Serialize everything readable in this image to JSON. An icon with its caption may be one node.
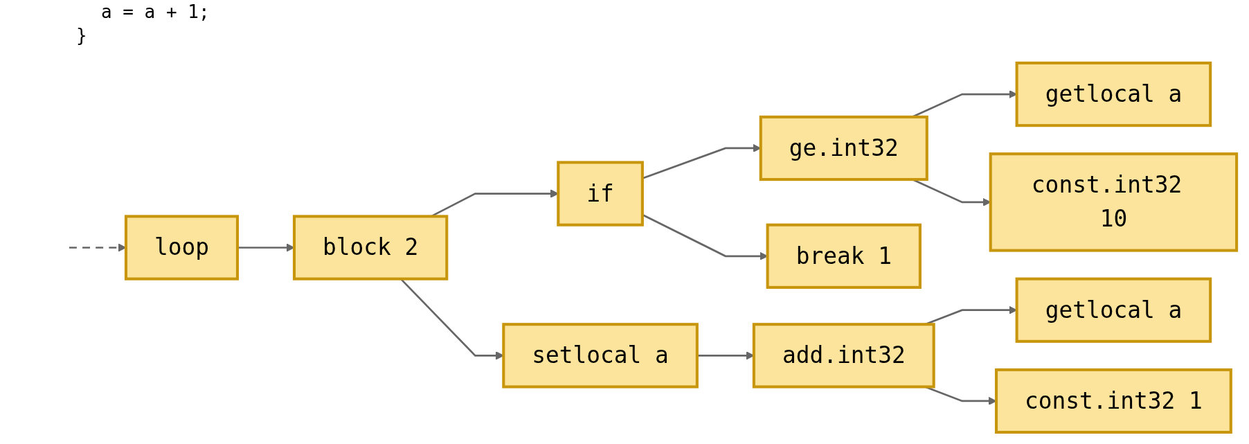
{
  "diagram": {
    "nodes": [
      {
        "text": [
          "loop"
        ]
      },
      {
        "text": [
          "block 2"
        ]
      },
      {
        "text": [
          "if"
        ]
      },
      {
        "text": [
          "ge.int32"
        ]
      },
      {
        "text": [
          "getlocal a"
        ]
      },
      {
        "text": [
          "const.int32 10"
        ]
      },
      {
        "text": [
          "break 1"
        ]
      },
      {
        "text": [
          "setlocal a"
        ]
      },
      {
        "text": [
          "add.int32"
        ]
      },
      {
        "text": [
          "getlocal a"
        ]
      },
      {
        "text": [
          "const.int32 1"
        ]
      }
    ],
    "edges": [
      {
        "from": null,
        "to": 0,
        "arrow": "to",
        "style": "dashed"
      },
      {
        "from": 0,
        "to": 1,
        "arrow": "to"
      },
      {
        "from": 1,
        "to": 2,
        "arrow": "to"
      },
      {
        "from": 1,
        "to": 7,
        "arrow": "to"
      },
      {
        "from": 2,
        "to": 3,
        "arrow": "to"
      },
      {
        "from": 2,
        "to": 6,
        "arrow": "to"
      },
      {
        "from": 3,
        "to": 4,
        "arrow": "to"
      },
      {
        "from": 3,
        "to": 5,
        "arrow": "to"
      },
      {
        "from": 7,
        "to": 8,
        "arrow": "to"
      },
      {
        "from": 8,
        "to": 9,
        "arrow": "to"
      },
      {
        "from": 8,
        "to": 10,
        "arrow": "to"
      }
    ],
    "labels": [
      "a = a + 1;",
      "}"
    ]
  }
}
